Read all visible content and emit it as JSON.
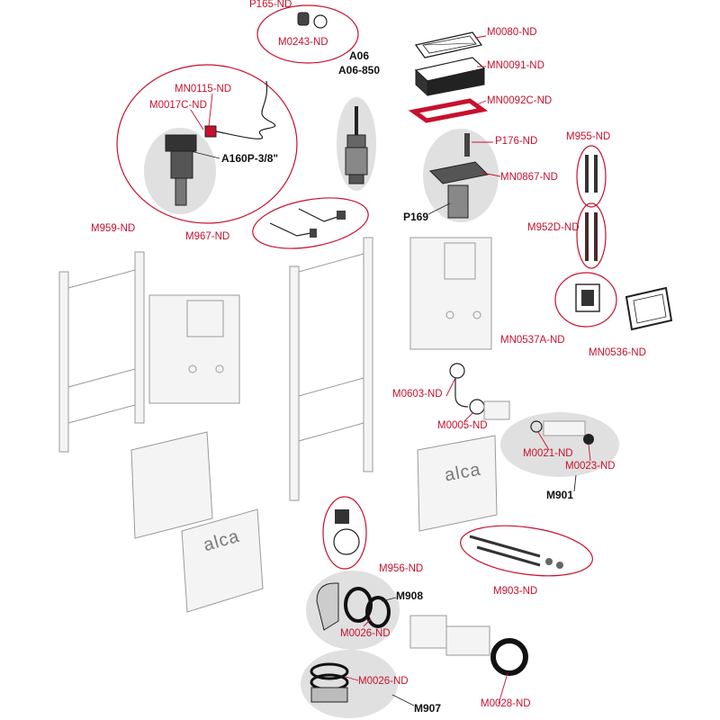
{
  "colors": {
    "label": "#c8102e",
    "bold_label": "#111111",
    "part_ghost": "#9a9a9a",
    "highlight_bg": "#e0e0e0"
  },
  "brand": {
    "text_1": "alca",
    "text_2": "alca"
  },
  "labels": {
    "P165": "P165-ND",
    "M0243": "M0243-ND",
    "M0080": "M0080-ND",
    "MN0091": "MN0091-ND",
    "MN0092C": "MN0092C-ND",
    "A06": "A06",
    "A06_850": "A06-850",
    "MN0115": "MN0115-ND",
    "M0017C": "M0017C-ND",
    "A160P": "A160P-3/8\"",
    "M959": "M959-ND",
    "P176": "P176-ND",
    "MN0867": "MN0867-ND",
    "P169": "P169",
    "M955": "M955-ND",
    "M967": "M967-ND",
    "M952D": "M952D-ND",
    "MN0537A": "MN0537A-ND",
    "MN0536": "MN0536-ND",
    "M0603": "M0603-ND",
    "M0005": "M0005-ND",
    "M0021": "M0021-ND",
    "M0023": "M0023-ND",
    "M901": "M901",
    "M956": "M956-ND",
    "M903": "M903-ND",
    "M908": "M908",
    "M0026_a": "M0026-ND",
    "M0026_b": "M0026-ND",
    "M907": "M907",
    "M0028": "M0028-ND"
  }
}
